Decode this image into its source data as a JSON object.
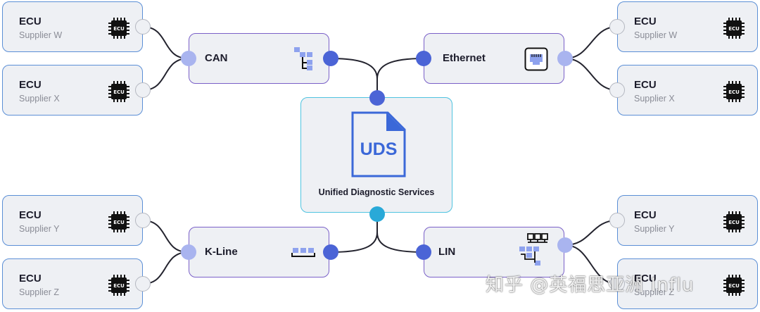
{
  "ecus": {
    "top_left_w": {
      "title": "ECU",
      "supplier": "Supplier W",
      "chip_label": "ECU"
    },
    "top_left_x": {
      "title": "ECU",
      "supplier": "Supplier X",
      "chip_label": "ECU"
    },
    "top_right_w": {
      "title": "ECU",
      "supplier": "Supplier W",
      "chip_label": "ECU"
    },
    "top_right_x": {
      "title": "ECU",
      "supplier": "Supplier X",
      "chip_label": "ECU"
    },
    "bottom_left_y": {
      "title": "ECU",
      "supplier": "Supplier Y",
      "chip_label": "ECU"
    },
    "bottom_left_z": {
      "title": "ECU",
      "supplier": "Supplier Z",
      "chip_label": "ECU"
    },
    "bottom_right_y": {
      "title": "ECU",
      "supplier": "Supplier Y",
      "chip_label": "ECU"
    },
    "bottom_right_z": {
      "title": "ECU",
      "supplier": "Supplier Z",
      "chip_label": "ECU"
    }
  },
  "buses": {
    "can": {
      "label": "CAN",
      "icon": "tree-icon"
    },
    "ethernet": {
      "label": "Ethernet",
      "icon": "ethernet-port-icon"
    },
    "kline": {
      "label": "K-Line",
      "icon": "bus-segments-icon"
    },
    "lin": {
      "label": "LIN",
      "icon": "network-topology-icon"
    }
  },
  "uds": {
    "doc_text": "UDS",
    "label": "Unified Diagnostic Services",
    "icon": "document-icon"
  },
  "watermark": "知乎 @英福思亚洲 Influ",
  "colors": {
    "ecu_border": "#5b8fd6",
    "bus_border": "#7a60c8",
    "uds_border": "#4fc3e0",
    "accent_blue": "#3b68d8",
    "dot_dark": "#4b64d6",
    "dot_light": "#a9b4ef",
    "dot_cyan": "#29a9d8",
    "card_bg": "#eef0f4"
  }
}
